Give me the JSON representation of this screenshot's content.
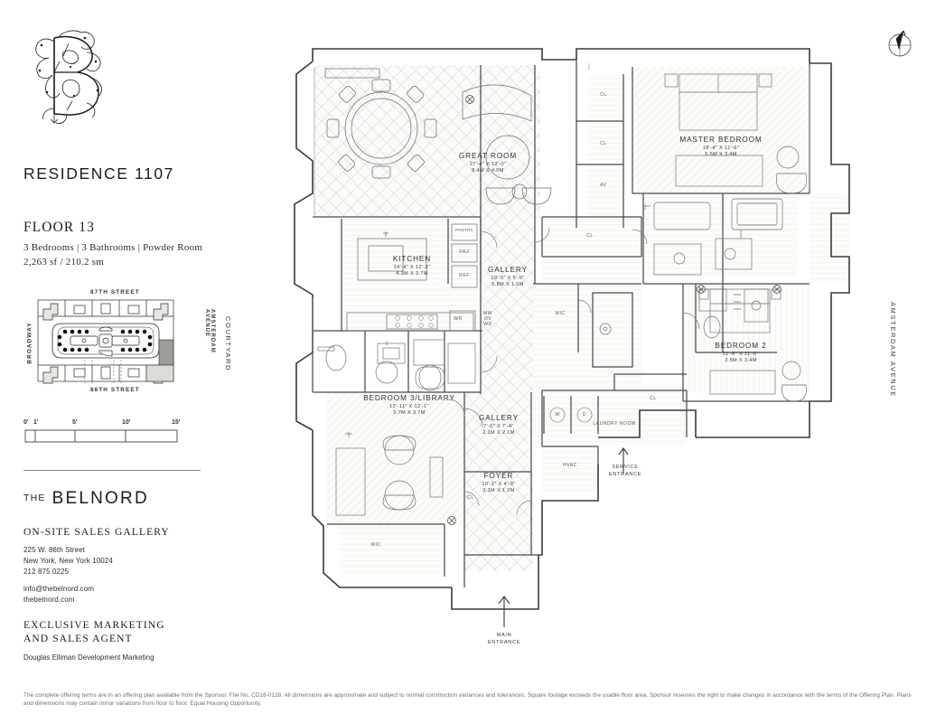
{
  "residence": {
    "title": "RESIDENCE 1107",
    "floor": "FLOOR 13",
    "unit_mix": "3 Bedrooms  |  3 Bathrooms  |  Powder Room",
    "area": "2,263 sf / 210.2 sm"
  },
  "keyplan": {
    "street_north": "87TH STREET",
    "street_south": "86TH STREET",
    "avenue_west": "BROADWAY",
    "avenue_east": "AMSTERDAM AVENUE",
    "courtyard": "COURTYARD"
  },
  "scalebar": {
    "ticks": [
      "0'",
      "1'",
      "5'",
      "10'",
      "15'"
    ]
  },
  "brand": {
    "the": "THE",
    "name": "BELNORD",
    "sales_gallery_heading": "ON-SITE SALES GALLERY",
    "address_line_1": "225 W. 86th Street",
    "address_line_2": "New York, New York 10024",
    "phone": "212 875 0225",
    "email": "info@thebelnord.com",
    "website": "thebelnord.com",
    "exclusive_heading_line_1": "EXCLUSIVE MARKETING",
    "exclusive_heading_line_2": "AND SALES AGENT",
    "agent": "Douglas Elliman Development Marketing"
  },
  "disclaimer": "The complete offering terms are in an offering plan available from the Sponsor. File No. CD16-0128. All dimensions are approximate and subject to normal construction variances and tolerances. Square footage exceeds the usable floor area. Sponsor reserves the right to make changes in accordance with the terms of the Offering Plan. Plans and dimensions may contain minor variations from floor to floor. Equal Housing Opportunity.",
  "plan": {
    "street_label_east": "AMSTERDAM AVENUE",
    "rooms": [
      {
        "id": "great-room",
        "name": "GREAT ROOM",
        "dim_ft": "27'-4\" X 13'-0\"",
        "dim_m": "8.4M X 4.0M"
      },
      {
        "id": "master-bedroom",
        "name": "MASTER BEDROOM",
        "dim_ft": "18'-4\" X 11'-6\"",
        "dim_m": "5.5M X 3.4M"
      },
      {
        "id": "kitchen",
        "name": "KITCHEN",
        "dim_ft": "14'-4\" X 12'-3\"",
        "dim_m": "4.3M X 3.7M"
      },
      {
        "id": "gallery-main",
        "name": "GALLERY",
        "dim_ft": "19'-5\" X 5'-0\"",
        "dim_m": "5.8M X 1.5M"
      },
      {
        "id": "bedroom-2",
        "name": "BEDROOM 2",
        "dim_ft": "11'-6\" X 11'-0\"",
        "dim_m": "3.5M X 3.4M"
      },
      {
        "id": "bedroom-3",
        "name": "BEDROOM 3/LIBRARY",
        "dim_ft": "12'-11\" X 12'-1\"",
        "dim_m": "3.7M X 3.7M"
      },
      {
        "id": "gallery-2",
        "name": "GALLERY",
        "dim_ft": "7'-6\" X 7'-4\"",
        "dim_m": "2.1M X 2.1M"
      },
      {
        "id": "foyer",
        "name": "FOYER",
        "dim_ft": "10'-1\" X 4'-9\"",
        "dim_m": "3.1M X 1.2M"
      }
    ],
    "minor_spaces": [
      {
        "id": "cl-1",
        "label": "CL"
      },
      {
        "id": "cl-2",
        "label": "CL"
      },
      {
        "id": "av",
        "label": "AV"
      },
      {
        "id": "cl-3",
        "label": "CL"
      },
      {
        "id": "cl-4",
        "label": "CL"
      },
      {
        "id": "cl-5",
        "label": "CL"
      },
      {
        "id": "pantry",
        "label": "PANTRY"
      },
      {
        "id": "frz",
        "label": "FRZ"
      },
      {
        "id": "ref",
        "label": "REF"
      },
      {
        "id": "wr",
        "label": "WR"
      },
      {
        "id": "mw-ov-wd",
        "label": "MW\nOV\nWD"
      },
      {
        "id": "wic-1",
        "label": "WIC"
      },
      {
        "id": "wic-2",
        "label": "WIC"
      },
      {
        "id": "laundry",
        "label": "LAUNDRY ROOM"
      },
      {
        "id": "washer",
        "label": "W"
      },
      {
        "id": "dryer",
        "label": "D"
      },
      {
        "id": "hvac",
        "label": "HVAC"
      }
    ],
    "entrances": [
      {
        "id": "main-entrance",
        "line1": "MAIN",
        "line2": "ENTRANCE"
      },
      {
        "id": "service-entrance",
        "line1": "SERVICE",
        "line2": "ENTRANCE"
      }
    ]
  }
}
